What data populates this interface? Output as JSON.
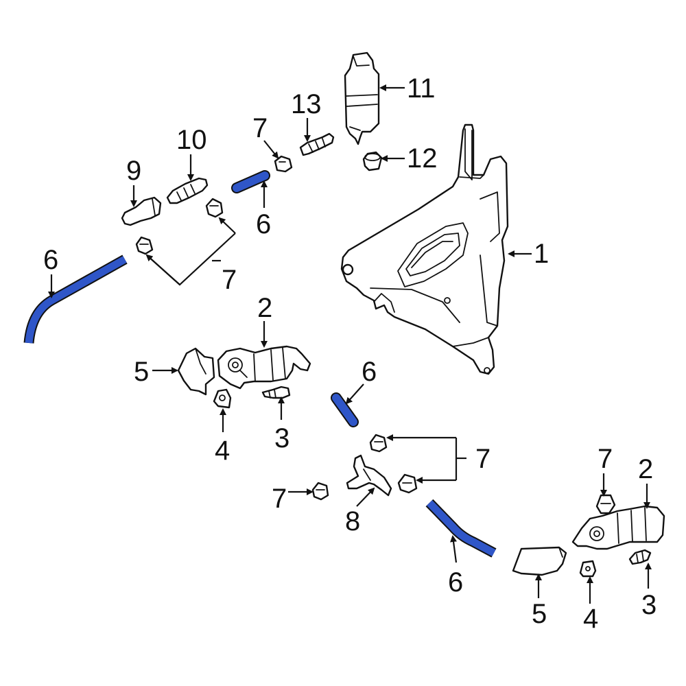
{
  "colors": {
    "highlight_fill": "#2f56c8",
    "line": "#111111",
    "background": "#ffffff"
  },
  "callouts": {
    "c1": "1",
    "c2_upper": "2",
    "c2_lower": "2",
    "c3_upper": "3",
    "c3_lower": "3",
    "c4_upper": "4",
    "c4_lower": "4",
    "c5_upper": "5",
    "c5_lower": "5",
    "c6_left": "6",
    "c6_top": "6",
    "c6_middle": "6",
    "c6_bottom": "6",
    "c7_top": "7",
    "c7_left_group": "7",
    "c7_right_group": "7",
    "c7_lower_left": "7",
    "c7_lower_right": "7",
    "c8": "8",
    "c9": "9",
    "c10": "10",
    "c11": "11",
    "c12": "12",
    "c13": "13"
  }
}
